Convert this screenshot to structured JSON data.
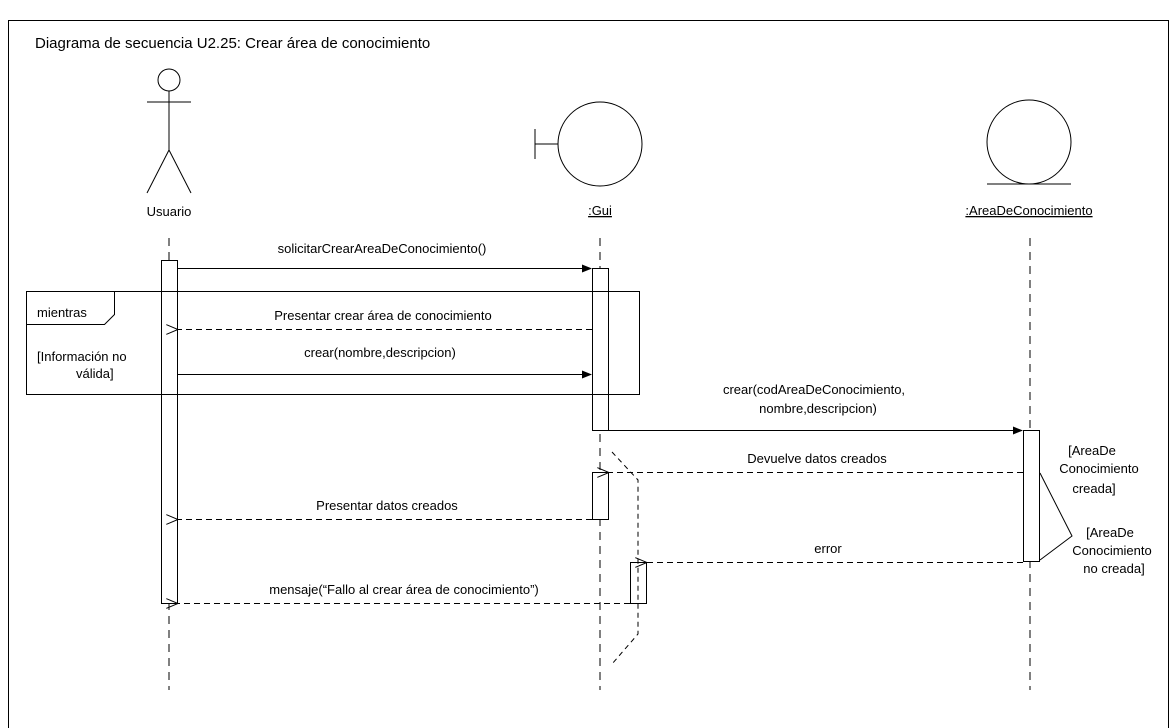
{
  "title": "Diagrama de secuencia U2.25: Crear área de conocimiento",
  "participants": {
    "actor": "Usuario",
    "gui": ":Gui",
    "entity": ":AreaDeConocimiento"
  },
  "fragment": {
    "operator": "mientras",
    "guard_line1": "[Información no",
    "guard_line2": "válida]"
  },
  "messages": {
    "m1": "solicitarCrearAreaDeConocimiento()",
    "m2": "Presentar crear área de conocimiento",
    "m3": "crear(nombre,descripcion)",
    "m4_line1": "crear(codAreaDeConocimiento,",
    "m4_line2": "nombre,descripcion)",
    "m5": "Devuelve datos creados",
    "m6": "Presentar datos creados",
    "m7": "error",
    "m8": "mensaje(“Fallo al crear área de conocimiento”)"
  },
  "notes": {
    "created_line1": "[AreaDe",
    "created_line2": "Conocimiento",
    "created_line3": "creada]",
    "not_created_line1": "[AreaDe",
    "not_created_line2": "Conocimiento",
    "not_created_line3": "no creada]"
  }
}
